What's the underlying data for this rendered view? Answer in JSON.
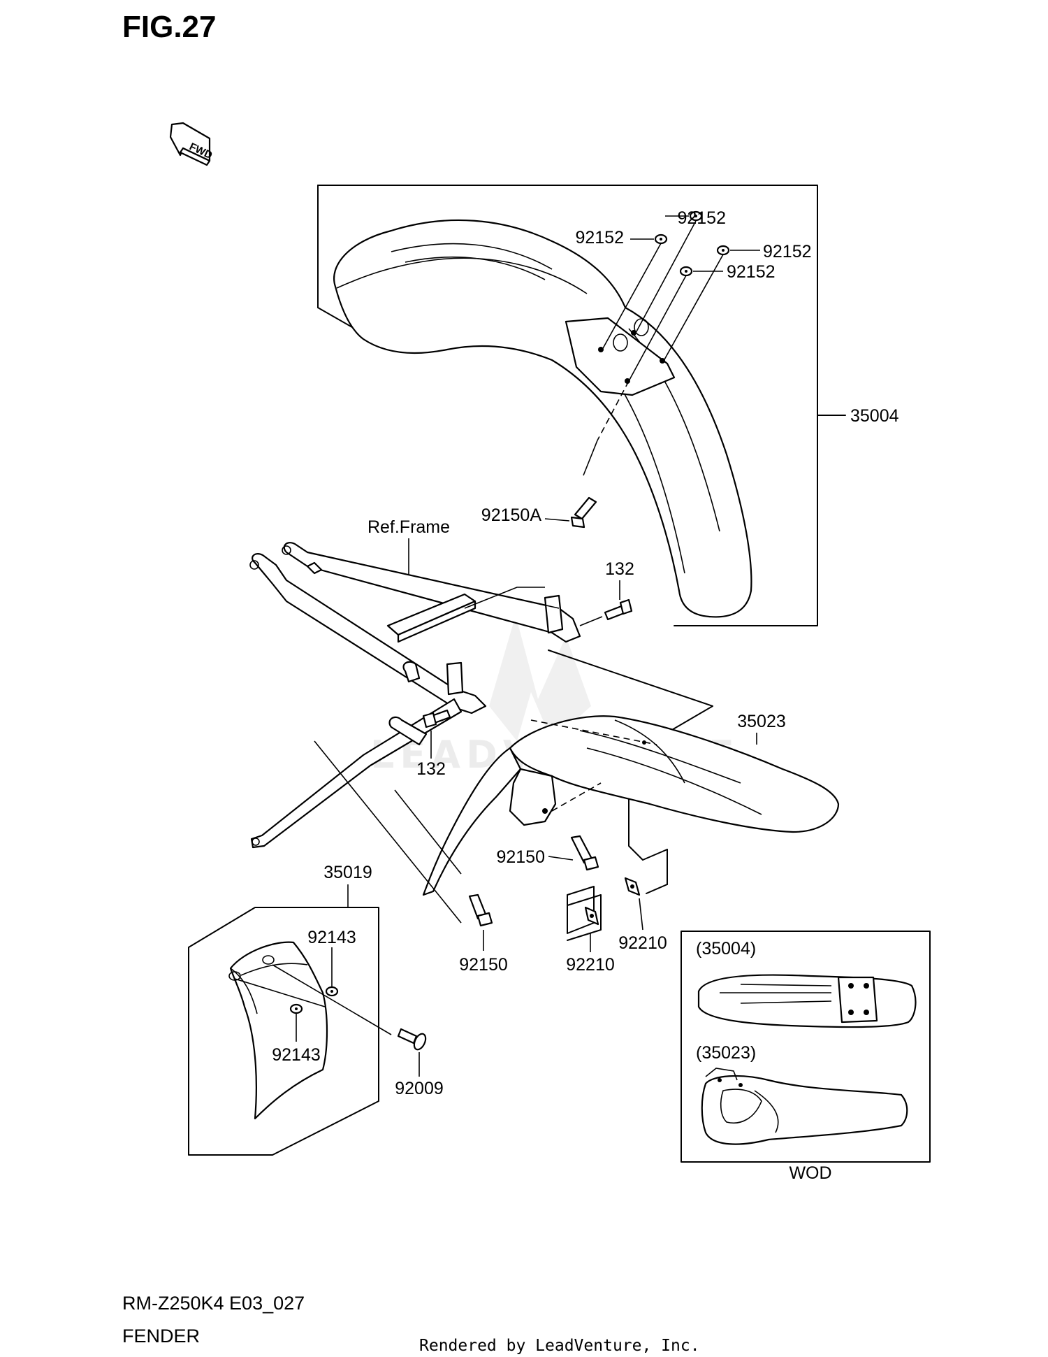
{
  "figure": {
    "title": "FIG.27",
    "model_code": "RM-Z250K4 E03_027",
    "section_name": "FENDER",
    "rendered_by": "Rendered by LeadVenture, Inc.",
    "watermark": "LEADVENTURE",
    "fwd_label": "FWD"
  },
  "callouts": {
    "washer_a": "92152",
    "washer_b": "92152",
    "washer_c": "92152",
    "washer_d": "92152",
    "front_fender": "35004",
    "front_fender_bolt": "92150A",
    "ref_frame": "Ref.Frame",
    "bolt_132_upper": "132",
    "bolt_132_lower": "132",
    "rear_fender": "35023",
    "rear_fender_bolt_upper": "92150",
    "rear_fender_bolt_lower": "92150",
    "nut_upper": "92210",
    "nut_lower": "92210",
    "mud_flap": "35019",
    "mud_flap_washer_upper": "92143",
    "mud_flap_washer_lower": "92143",
    "mud_flap_screw": "92009"
  },
  "inset": {
    "front_label": "(35004)",
    "rear_label": "(35023)",
    "caption": "WOD"
  }
}
